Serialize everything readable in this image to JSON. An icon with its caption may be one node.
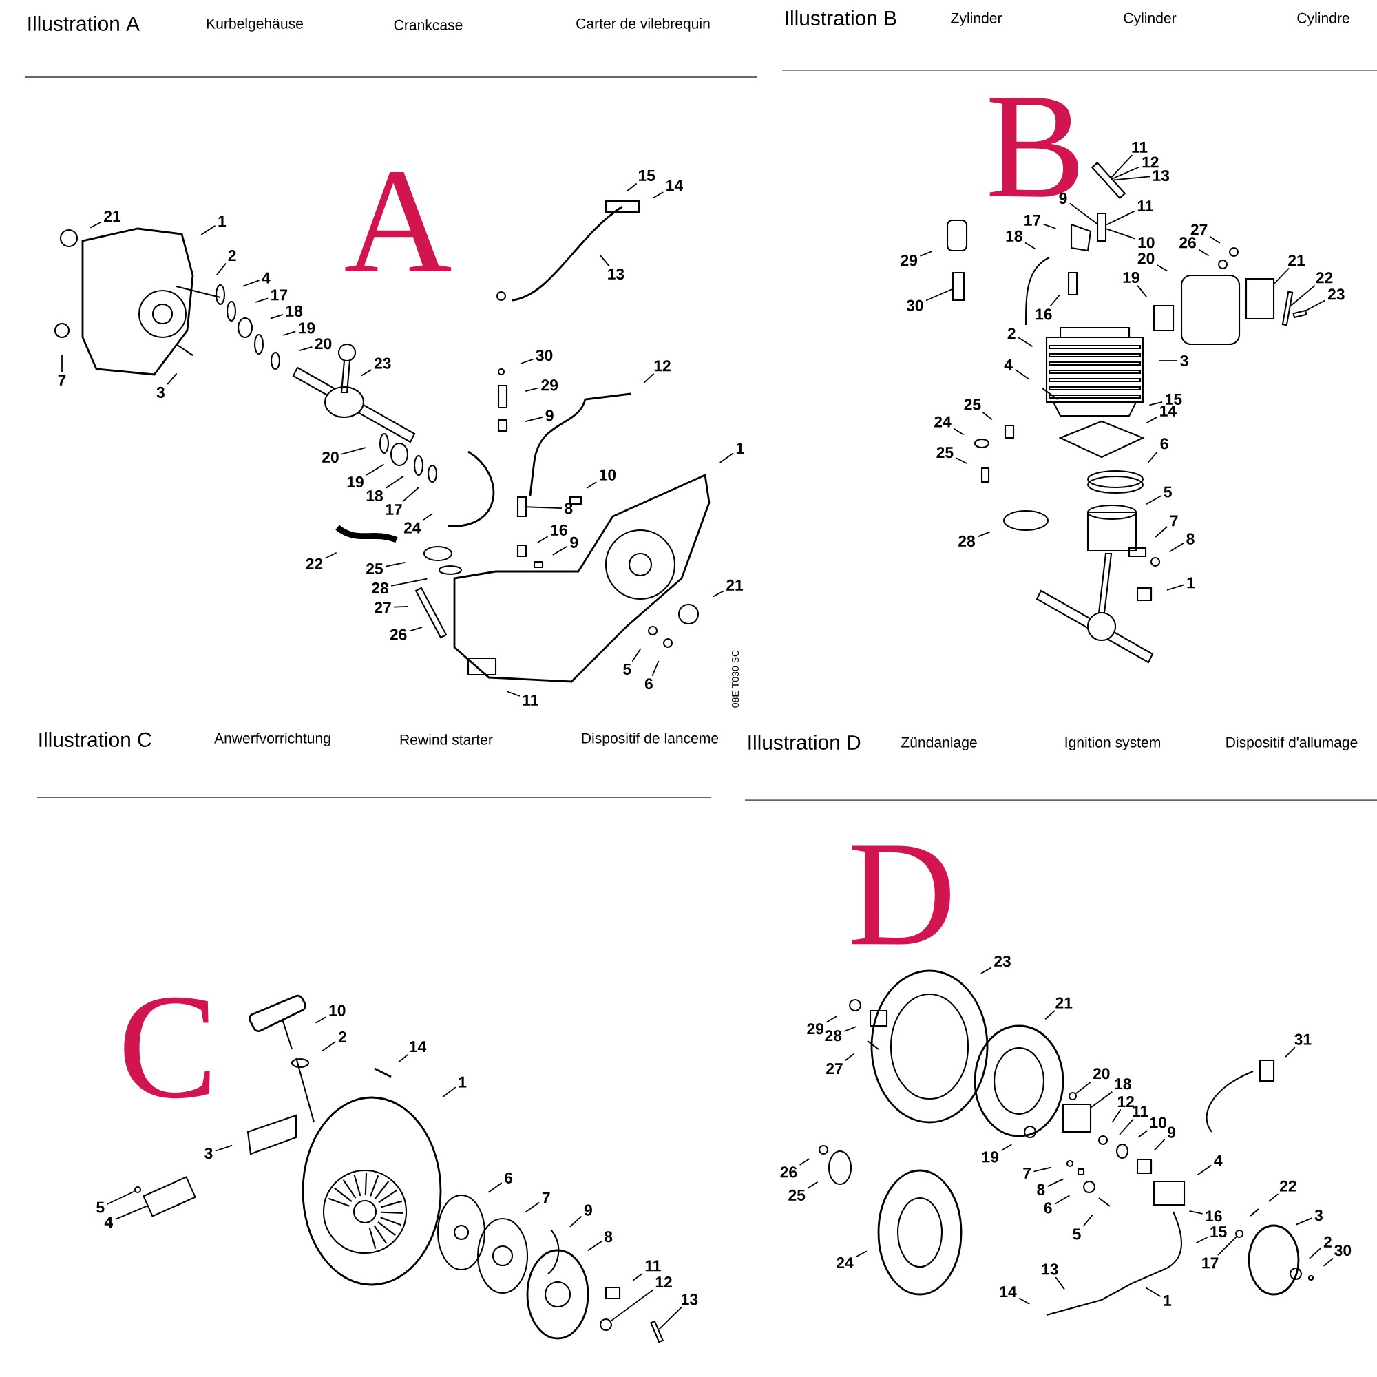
{
  "diagram": {
    "nodes": [
      {
        "text": [
          "21"
        ]
      },
      {
        "text": [
          "1"
        ]
      },
      {
        "text": [
          "2"
        ]
      },
      {
        "text": [
          "4"
        ]
      },
      {
        "text": [
          "17"
        ]
      },
      {
        "text": [
          "18"
        ]
      },
      {
        "text": [
          "19"
        ]
      },
      {
        "text": [
          "20"
        ]
      },
      {
        "text": [
          "7"
        ]
      },
      {
        "text": [
          "3"
        ]
      },
      {
        "text": [
          "23"
        ]
      },
      {
        "text": [
          "15"
        ]
      },
      {
        "text": [
          "14"
        ]
      },
      {
        "text": [
          "13"
        ]
      },
      {
        "text": [
          "30"
        ]
      },
      {
        "text": [
          "29"
        ]
      },
      {
        "text": [
          "9"
        ]
      },
      {
        "text": [
          "12"
        ]
      },
      {
        "text": [
          "20"
        ]
      },
      {
        "text": [
          "19"
        ]
      },
      {
        "text": [
          "18"
        ]
      },
      {
        "text": [
          "17"
        ]
      },
      {
        "text": [
          "24"
        ]
      },
      {
        "text": [
          "1"
        ]
      },
      {
        "text": [
          "10"
        ]
      },
      {
        "text": [
          "8"
        ]
      },
      {
        "text": [
          "16"
        ]
      },
      {
        "text": [
          "9"
        ]
      },
      {
        "text": [
          "22"
        ]
      },
      {
        "text": [
          "25"
        ]
      },
      {
        "text": [
          "28"
        ]
      },
      {
        "text": [
          "27"
        ]
      },
      {
        "text": [
          "26"
        ]
      },
      {
        "text": [
          "21"
        ]
      },
      {
        "text": [
          "5"
        ]
      },
      {
        "text": [
          "6"
        ]
      },
      {
        "text": [
          "11"
        ]
      },
      {
        "text": [
          "11"
        ]
      },
      {
        "text": [
          "12"
        ]
      },
      {
        "text": [
          "13"
        ]
      },
      {
        "text": [
          "9"
        ]
      },
      {
        "text": [
          "11"
        ]
      },
      {
        "text": [
          "10"
        ]
      },
      {
        "text": [
          "17"
        ]
      },
      {
        "text": [
          "18"
        ]
      },
      {
        "text": [
          "29"
        ]
      },
      {
        "text": [
          "30"
        ]
      },
      {
        "text": [
          "16"
        ]
      },
      {
        "text": [
          "19"
        ]
      },
      {
        "text": [
          "20"
        ]
      },
      {
        "text": [
          "26"
        ]
      },
      {
        "text": [
          "27"
        ]
      },
      {
        "text": [
          "21"
        ]
      },
      {
        "text": [
          "22"
        ]
      },
      {
        "text": [
          "23"
        ]
      },
      {
        "text": [
          "2"
        ]
      },
      {
        "text": [
          "3"
        ]
      },
      {
        "text": [
          "4"
        ]
      },
      {
        "text": [
          "15"
        ]
      },
      {
        "text": [
          "14"
        ]
      },
      {
        "text": [
          "25"
        ]
      },
      {
        "text": [
          "24"
        ]
      },
      {
        "text": [
          "25"
        ]
      },
      {
        "text": [
          "6"
        ]
      },
      {
        "text": [
          "5"
        ]
      },
      {
        "text": [
          "28"
        ]
      },
      {
        "text": [
          "7"
        ]
      },
      {
        "text": [
          "8"
        ]
      },
      {
        "text": [
          "1"
        ]
      },
      {
        "text": [
          "10"
        ]
      },
      {
        "text": [
          "2"
        ]
      },
      {
        "text": [
          "14"
        ]
      },
      {
        "text": [
          "1"
        ]
      },
      {
        "text": [
          "3"
        ]
      },
      {
        "text": [
          "5"
        ]
      },
      {
        "text": [
          "4"
        ]
      },
      {
        "text": [
          "6"
        ]
      },
      {
        "text": [
          "7"
        ]
      },
      {
        "text": [
          "9"
        ]
      },
      {
        "text": [
          "8"
        ]
      },
      {
        "text": [
          "11"
        ]
      },
      {
        "text": [
          "12"
        ]
      },
      {
        "text": [
          "13"
        ]
      },
      {
        "text": [
          "23"
        ]
      },
      {
        "text": [
          "21"
        ]
      },
      {
        "text": [
          "29"
        ]
      },
      {
        "text": [
          "28"
        ]
      },
      {
        "text": [
          "27"
        ]
      },
      {
        "text": [
          "31"
        ]
      },
      {
        "text": [
          "20"
        ]
      },
      {
        "text": [
          "18"
        ]
      },
      {
        "text": [
          "12"
        ]
      },
      {
        "text": [
          "11"
        ]
      },
      {
        "text": [
          "10"
        ]
      },
      {
        "text": [
          "9"
        ]
      },
      {
        "text": [
          "19"
        ]
      },
      {
        "text": [
          "26"
        ]
      },
      {
        "text": [
          "25"
        ]
      },
      {
        "text": [
          "7"
        ]
      },
      {
        "text": [
          "8"
        ]
      },
      {
        "text": [
          "6"
        ]
      },
      {
        "text": [
          "4"
        ]
      },
      {
        "text": [
          "5"
        ]
      },
      {
        "text": [
          "22"
        ]
      },
      {
        "text": [
          "16"
        ]
      },
      {
        "text": [
          "15"
        ]
      },
      {
        "text": [
          "3"
        ]
      },
      {
        "text": [
          "17"
        ]
      },
      {
        "text": [
          "24"
        ]
      },
      {
        "text": [
          "2"
        ]
      },
      {
        "text": [
          "30"
        ]
      },
      {
        "text": [
          "13"
        ]
      },
      {
        "text": [
          "1"
        ]
      },
      {
        "text": [
          "14"
        ]
      },
      {
        "text": [],
        "shape": "bar"
      },
      {
        "text": [],
        "shape": "bar"
      },
      {
        "text": [],
        "shape": "bar"
      },
      {
        "text": [],
        "shape": "bar"
      },
      {
        "text": [],
        "shape": "circle"
      },
      {
        "text": [],
        "shape": "box"
      },
      {
        "text": [],
        "shape": "bar"
      },
      {
        "text": [],
        "shape": "box"
      },
      {
        "text": [],
        "shape": "circle"
      },
      {
        "text": [],
        "shape": "circle"
      },
      {
        "text": [],
        "shape": "bar"
      },
      {
        "text": [],
        "shape": "box"
      },
      {
        "text": [],
        "shape": "circle"
      },
      {
        "text": [],
        "shape": "bar"
      }
    ],
    "edges": [
      {
        "from": 0,
        "to": null,
        "arrow": "none"
      },
      {
        "from": 1,
        "to": null,
        "arrow": "none"
      },
      {
        "from": 2,
        "to": null,
        "arrow": "none"
      },
      {
        "from": 3,
        "to": null,
        "arrow": "none"
      },
      {
        "from": 4,
        "to": null,
        "arrow": "none"
      },
      {
        "from": 5,
        "to": null,
        "arrow": "none"
      },
      {
        "from": 6,
        "to": null,
        "arrow": "none"
      },
      {
        "from": 7,
        "to": null,
        "arrow": "none"
      },
      {
        "from": 8,
        "to": null,
        "arrow": "none"
      },
      {
        "from": 9,
        "to": null,
        "arrow": "none"
      },
      {
        "from": 10,
        "to": null,
        "arrow": "none"
      },
      {
        "from": 11,
        "to": null,
        "arrow": "none"
      },
      {
        "from": 12,
        "to": null,
        "arrow": "none"
      },
      {
        "from": 13,
        "to": null,
        "arrow": "none"
      },
      {
        "from": 14,
        "to": null,
        "arrow": "none"
      },
      {
        "from": 15,
        "to": null,
        "arrow": "none"
      },
      {
        "from": 16,
        "to": null,
        "arrow": "none"
      },
      {
        "from": 17,
        "to": null,
        "arrow": "none"
      },
      {
        "from": 18,
        "to": null,
        "arrow": "none"
      },
      {
        "from": 19,
        "to": null,
        "arrow": "none"
      },
      {
        "from": 20,
        "to": null,
        "arrow": "none"
      },
      {
        "from": 21,
        "to": null,
        "arrow": "none"
      },
      {
        "from": 22,
        "to": null,
        "arrow": "none"
      },
      {
        "from": 23,
        "to": null,
        "arrow": "none"
      },
      {
        "from": 24,
        "to": null,
        "arrow": "none"
      },
      {
        "from": 25,
        "to": 127,
        "arrow": "none"
      },
      {
        "from": 26,
        "to": null,
        "arrow": "none"
      },
      {
        "from": 27,
        "to": null,
        "arrow": "none"
      },
      {
        "from": 28,
        "to": null,
        "arrow": "none"
      },
      {
        "from": 29,
        "to": null,
        "arrow": "none"
      },
      {
        "from": 30,
        "to": null,
        "arrow": "none"
      },
      {
        "from": 31,
        "to": null,
        "arrow": "none"
      },
      {
        "from": 32,
        "to": null,
        "arrow": "none"
      },
      {
        "from": 33,
        "to": null,
        "arrow": "none"
      },
      {
        "from": 34,
        "to": null,
        "arrow": "none"
      },
      {
        "from": 35,
        "to": null,
        "arrow": "none"
      },
      {
        "from": 36,
        "to": null,
        "arrow": "none"
      },
      {
        "from": 37,
        "to": 114,
        "arrow": "none"
      },
      {
        "from": 38,
        "to": 114,
        "arrow": "none"
      },
      {
        "from": 39,
        "to": 114,
        "arrow": "none"
      },
      {
        "from": 40,
        "to": 124,
        "arrow": "none"
      },
      {
        "from": 41,
        "to": 124,
        "arrow": "none"
      },
      {
        "from": 42,
        "to": 124,
        "arrow": "none"
      },
      {
        "from": 43,
        "to": null,
        "arrow": "none"
      },
      {
        "from": 44,
        "to": null,
        "arrow": "none"
      },
      {
        "from": 45,
        "to": null,
        "arrow": "none"
      },
      {
        "from": 46,
        "to": 115,
        "arrow": "none"
      },
      {
        "from": 47,
        "to": null,
        "arrow": "none"
      },
      {
        "from": 48,
        "to": null,
        "arrow": "none"
      },
      {
        "from": 49,
        "to": null,
        "arrow": "none"
      },
      {
        "from": 50,
        "to": null,
        "arrow": "none"
      },
      {
        "from": 51,
        "to": null,
        "arrow": "none"
      },
      {
        "from": 52,
        "to": 125,
        "arrow": "none"
      },
      {
        "from": 53,
        "to": 116,
        "arrow": "none"
      },
      {
        "from": 54,
        "to": 117,
        "arrow": "none"
      },
      {
        "from": 55,
        "to": null,
        "arrow": "none"
      },
      {
        "from": 56,
        "to": null,
        "arrow": "none"
      },
      {
        "from": 57,
        "to": null,
        "arrow": "none"
      },
      {
        "from": 58,
        "to": null,
        "arrow": "none"
      },
      {
        "from": 59,
        "to": null,
        "arrow": "none"
      },
      {
        "from": 60,
        "to": null,
        "arrow": "none"
      },
      {
        "from": 61,
        "to": null,
        "arrow": "none"
      },
      {
        "from": 62,
        "to": null,
        "arrow": "none"
      },
      {
        "from": 63,
        "to": null,
        "arrow": "none"
      },
      {
        "from": 64,
        "to": null,
        "arrow": "none"
      },
      {
        "from": 65,
        "to": null,
        "arrow": "none"
      },
      {
        "from": 66,
        "to": null,
        "arrow": "none"
      },
      {
        "from": 67,
        "to": null,
        "arrow": "none"
      },
      {
        "from": 68,
        "to": null,
        "arrow": "none"
      },
      {
        "from": 69,
        "to": null,
        "arrow": "none"
      },
      {
        "from": 70,
        "to": null,
        "arrow": "none"
      },
      {
        "from": 71,
        "to": null,
        "arrow": "none"
      },
      {
        "from": 72,
        "to": null,
        "arrow": "none"
      },
      {
        "from": 73,
        "to": null,
        "arrow": "none"
      },
      {
        "from": 74,
        "to": 118,
        "arrow": "none"
      },
      {
        "from": 75,
        "to": 119,
        "arrow": "none"
      },
      {
        "from": 76,
        "to": null,
        "arrow": "none"
      },
      {
        "from": 77,
        "to": null,
        "arrow": "none"
      },
      {
        "from": 78,
        "to": null,
        "arrow": "none"
      },
      {
        "from": 79,
        "to": null,
        "arrow": "none"
      },
      {
        "from": 80,
        "to": null,
        "arrow": "none"
      },
      {
        "from": 81,
        "to": 126,
        "arrow": "none"
      },
      {
        "from": 82,
        "to": 120,
        "arrow": "none"
      },
      {
        "from": 83,
        "to": null,
        "arrow": "none"
      },
      {
        "from": 84,
        "to": null,
        "arrow": "none"
      },
      {
        "from": 85,
        "to": null,
        "arrow": "none"
      },
      {
        "from": 86,
        "to": null,
        "arrow": "none"
      },
      {
        "from": 87,
        "to": null,
        "arrow": "none"
      },
      {
        "from": 88,
        "to": null,
        "arrow": "none"
      },
      {
        "from": 89,
        "to": 122,
        "arrow": "none"
      },
      {
        "from": 90,
        "to": 121,
        "arrow": "none"
      },
      {
        "from": 91,
        "to": null,
        "arrow": "none"
      },
      {
        "from": 92,
        "to": null,
        "arrow": "none"
      },
      {
        "from": 93,
        "to": null,
        "arrow": "none"
      },
      {
        "from": 94,
        "to": null,
        "arrow": "none"
      },
      {
        "from": 95,
        "to": null,
        "arrow": "none"
      },
      {
        "from": 96,
        "to": null,
        "arrow": "none"
      },
      {
        "from": 97,
        "to": null,
        "arrow": "none"
      },
      {
        "from": 98,
        "to": null,
        "arrow": "none"
      },
      {
        "from": 99,
        "to": null,
        "arrow": "none"
      },
      {
        "from": 100,
        "to": null,
        "arrow": "none"
      },
      {
        "from": 101,
        "to": null,
        "arrow": "none"
      },
      {
        "from": 102,
        "to": null,
        "arrow": "none"
      },
      {
        "from": 103,
        "to": null,
        "arrow": "none"
      },
      {
        "from": 104,
        "to": null,
        "arrow": "none"
      },
      {
        "from": 105,
        "to": null,
        "arrow": "none"
      },
      {
        "from": 106,
        "to": null,
        "arrow": "none"
      },
      {
        "from": 107,
        "to": 123,
        "arrow": "none"
      },
      {
        "from": 108,
        "to": null,
        "arrow": "none"
      },
      {
        "from": 109,
        "to": null,
        "arrow": "none"
      },
      {
        "from": 110,
        "to": null,
        "arrow": "none"
      },
      {
        "from": 111,
        "to": null,
        "arrow": "none"
      },
      {
        "from": 112,
        "to": null,
        "arrow": "none"
      },
      {
        "from": 113,
        "to": null,
        "arrow": "none"
      }
    ],
    "labels": [
      "Illustration A",
      "Kurbelgehäuse",
      "Crankcase",
      "Carter de vilebrequin",
      "A",
      "08E T030 SC",
      "Illustration B",
      "Zylinder",
      "Cylinder",
      "Cylindre",
      "B",
      "Illustration C",
      "Anwerfvorrichtung",
      "Rewind starter",
      "Dispositif de lanceme",
      "C",
      "Illustration D",
      "Zündanlage",
      "Ignition system",
      "Dispositif d'allumage",
      "D"
    ]
  }
}
